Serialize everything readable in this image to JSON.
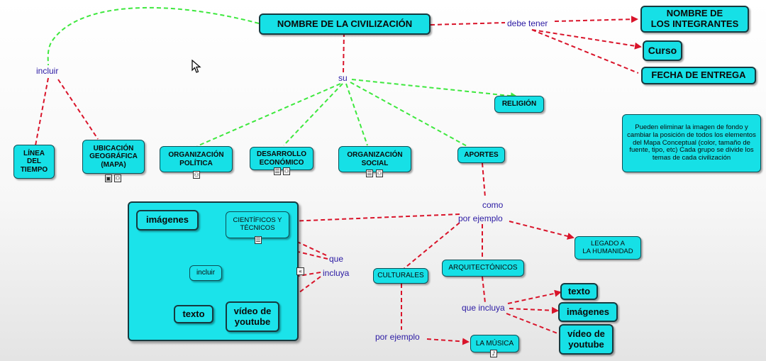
{
  "nodes": {
    "civilizacion": "NOMBRE DE LA CIVILIZACIÓN",
    "integrantes": "NOMBRE DE\nLOS INTEGRANTES",
    "curso": "Curso",
    "fecha": "FECHA DE ENTREGA",
    "religion": "RELIGIÓN",
    "nota": "Pueden eliminar la imagen de fondo y cambiar la posición de todos los elementos del Mapa Conceptual (color, tamaño de fuente, tipo, etc) Cada grupo se divide los temas de cada civilización",
    "linea_tiempo": "LÍNEA\nDEL\nTIEMPO",
    "ubicacion": "UBICACIÓN\nGEOGRÁFICA\n(MAPA)",
    "org_politica": "ORGANIZACIÓN\nPOLÍTICA",
    "des_economico": "DESARROLLO\nECONÓMICO",
    "org_social": "ORGANIZACIÓN\nSOCIAL",
    "aportes": "APORTES",
    "imagenes_left": "imágenes",
    "cientificos": "CIENTÍFICOS Y\nTÉCNICOS",
    "incluir_inner": "incluir",
    "texto_left": "texto",
    "video_left": "vídeo de\nyoutube",
    "culturales": "CULTURALES",
    "arquitectonicos": "ARQUITECTÓNICOS",
    "legado": "LEGADO A\nLA HUMANIDAD",
    "texto_right": "texto",
    "imagenes_right": "imágenes",
    "video_right": "vídeo de\nyoutube",
    "musica": "LA MÚSICA"
  },
  "labels": {
    "debe_tener": "debe tener",
    "incluir": "incluir",
    "su": "su",
    "como": "como",
    "por_ejemplo_top": "por ejemplo",
    "que": "que",
    "incluya": "incluya",
    "que_incluya": "que incluya",
    "por_ejemplo_bottom": "por ejemplo"
  },
  "icons": [
    "map-image-icon",
    "concept-map-icon",
    "document-icon",
    "audio-icon",
    "collapse-arrows-icon"
  ],
  "colors": {
    "node_fill": "#16e0e6",
    "node_border": "#0d4f55",
    "red_link": "#d9142a",
    "green_link": "#3ee83e",
    "label_text": "#2b1aa3"
  }
}
